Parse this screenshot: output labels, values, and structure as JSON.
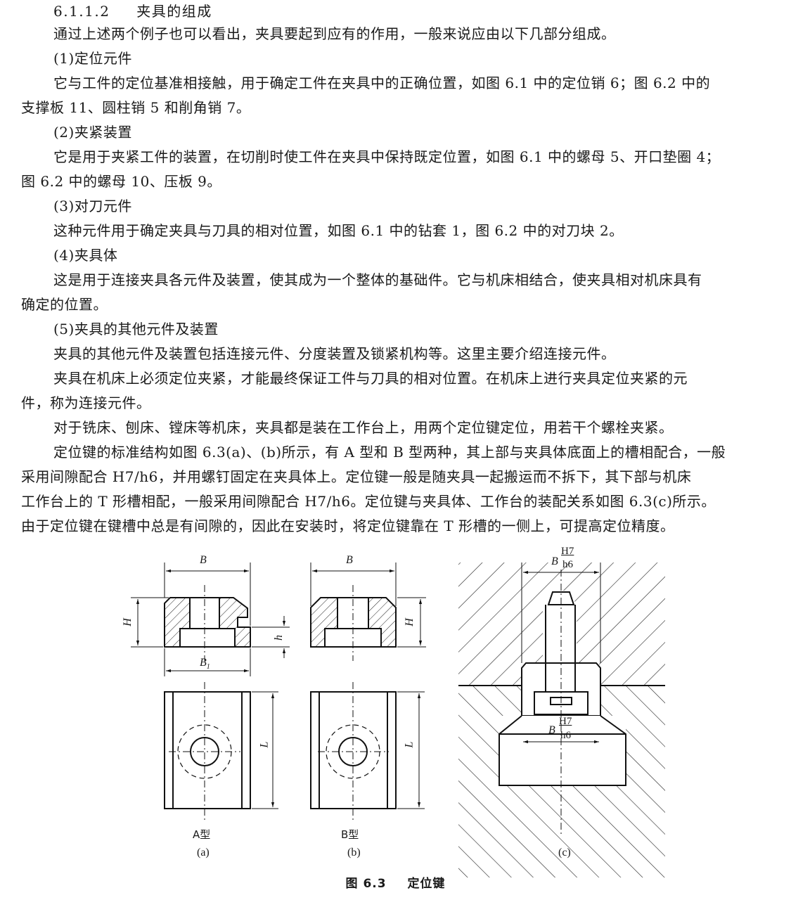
{
  "section": {
    "number": "6.1.1.2",
    "title": "夹具的组成"
  },
  "lines": [
    "通过上述两个例子也可以看出，夹具要起到应有的作用，一般来说应由以下几部分组成。",
    "(1)定位元件",
    "它与工件的定位基准相接触，用于确定工件在夹具中的正确位置，如图 6.1 中的定位销 6；图 6.2 中的",
    "支撑板 11、圆柱销 5 和削角销 7。",
    "(2)夹紧装置",
    "它是用于夹紧工件的装置，在切削时使工件在夹具中保持既定位置，如图 6.1 中的螺母 5、开口垫圈 4；",
    "图 6.2 中的螺母 10、压板 9。",
    "(3)对刀元件",
    "这种元件用于确定夹具与刀具的相对位置，如图 6.1 中的钻套 1，图 6.2 中的对刀块 2。",
    "(4)夹具体",
    "这是用于连接夹具各元件及装置，使其成为一个整体的基础件。它与机床相结合，使夹具相对机床具有",
    "确定的位置。",
    "(5)夹具的其他元件及装置",
    "夹具的其他元件及装置包括连接元件、分度装置及锁紧机构等。这里主要介绍连接元件。",
    "夹具在机床上必须定位夹紧，才能最终保证工件与刀具的相对位置。在机床上进行夹具定位夹紧的元",
    "件，称为连接元件。",
    "对于铣床、刨床、镗床等机床，夹具都是装在工作台上，用两个定位键定位，用若干个螺栓夹紧。",
    "定位键的标准结构如图 6.3(a)、(b)所示，有 A 型和 B 型两种，其上部与夹具体底面上的槽相配合，一般",
    "采用间隙配合 H7/h6，并用螺钉固定在夹具体上。定位键一般是随夹具一起搬运而不拆下，其下部与机床",
    "工作台上的 T 形槽相配，一般采用间隙配合 H7/h6。定位键与夹具体、工作台的装配关系如图 6.3(c)所示。",
    "由于定位键在键槽中总是有间隙的，因此在安装时，将定位键靠在 T 形槽的一侧上，可提高定位精度。"
  ],
  "figure": {
    "dim_B": "B",
    "dim_H": "H",
    "dim_h": "h",
    "dim_B1": "B",
    "dim_B1_sub": "1",
    "dim_L": "L",
    "fit_top": "H7",
    "fit_bottom": "h6",
    "type_a": "A型",
    "type_b": "B型",
    "label_a": "(a)",
    "label_b": "(b)",
    "label_c": "(c)",
    "caption_num": "图 6.3",
    "caption_title": "定位键"
  }
}
